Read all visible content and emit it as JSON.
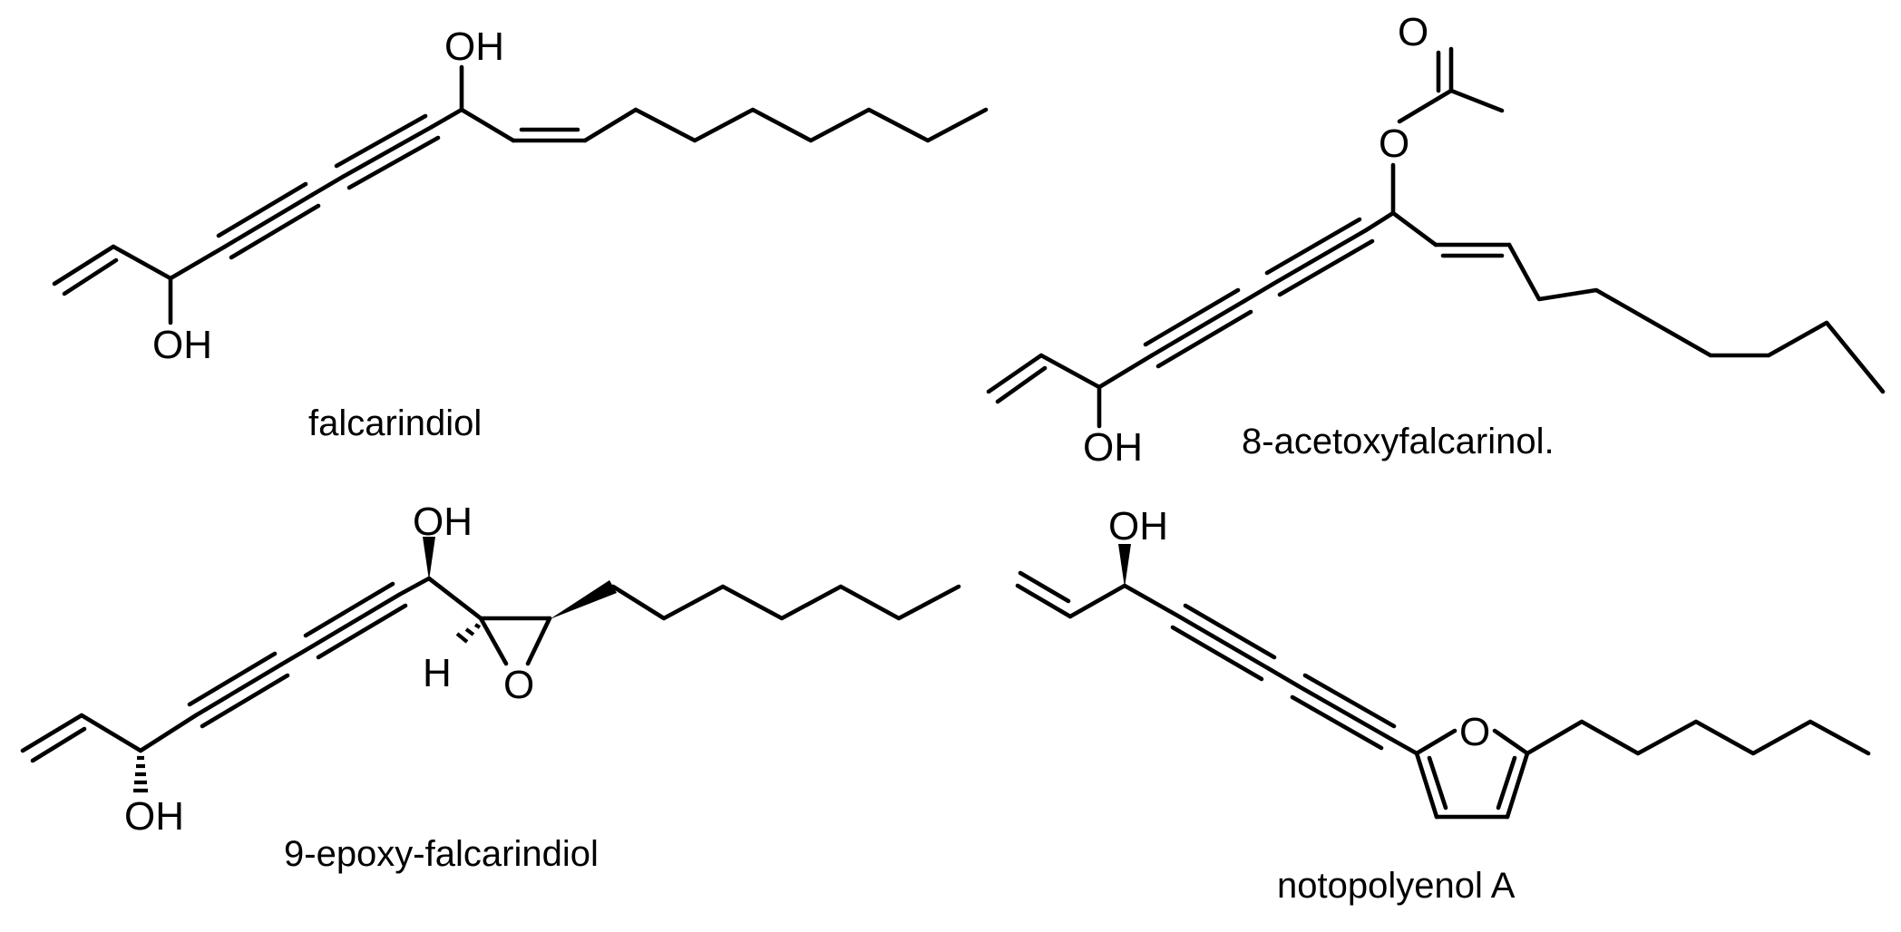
{
  "figure": {
    "molecules": [
      {
        "name": "falcarindiol",
        "atoms": {
          "oh_top": "OH",
          "oh_bottom": "OH"
        }
      },
      {
        "name": "8-acetoxyfalcarinol.",
        "atoms": {
          "o_carbonyl": "O",
          "o_ester": "O",
          "oh_bottom": "OH"
        }
      },
      {
        "name": "9-epoxy-falcarindiol",
        "atoms": {
          "oh_top": "OH",
          "h_epoxide": "H",
          "o_epoxide": "O",
          "oh_bottom": "OH"
        }
      },
      {
        "name": "notopolyenol A",
        "atoms": {
          "oh_top": "OH",
          "o_furan": "O"
        }
      }
    ]
  }
}
